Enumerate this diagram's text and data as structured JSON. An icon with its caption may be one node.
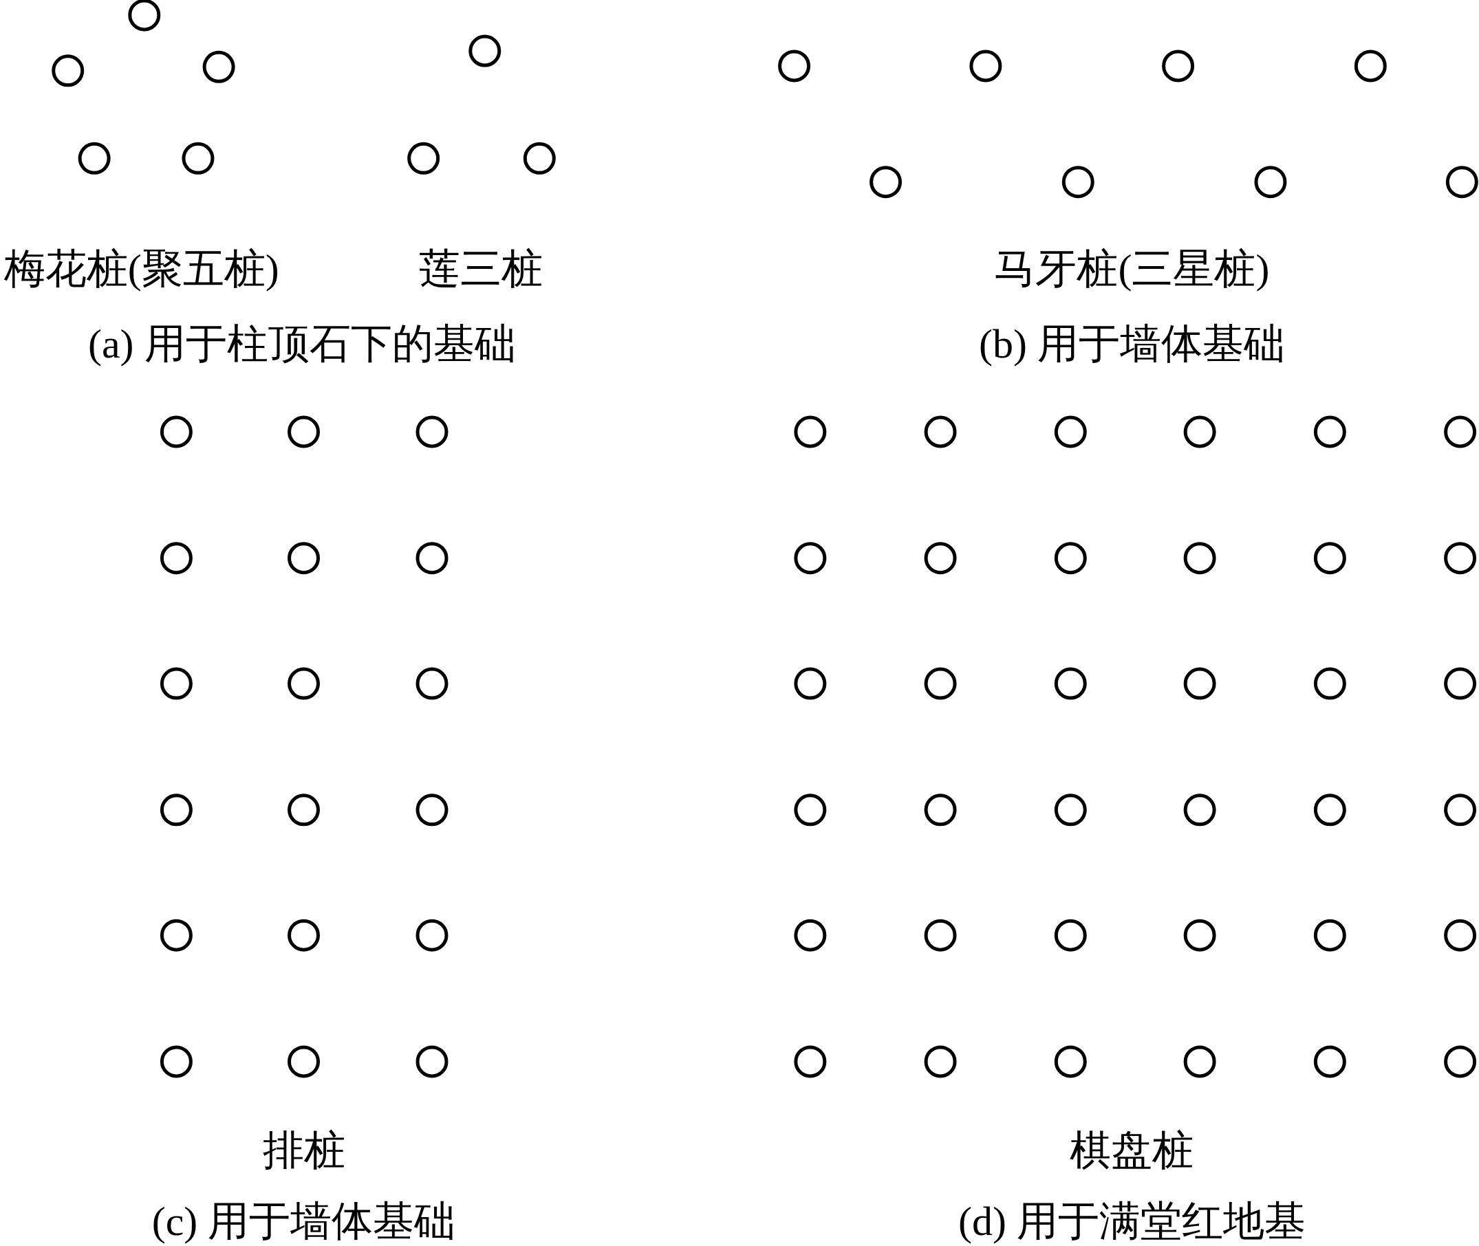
{
  "diagram": {
    "labels": [
      "梅花桩(聚五桩)",
      "莲三桩",
      "马牙桩(三星桩)",
      "(a) 用于柱顶石下的基础",
      "(b) 用于墙体基础",
      "排桩",
      "棋盘桩",
      "(c) 用于墙体基础",
      "(d) 用于满堂红地基"
    ]
  }
}
